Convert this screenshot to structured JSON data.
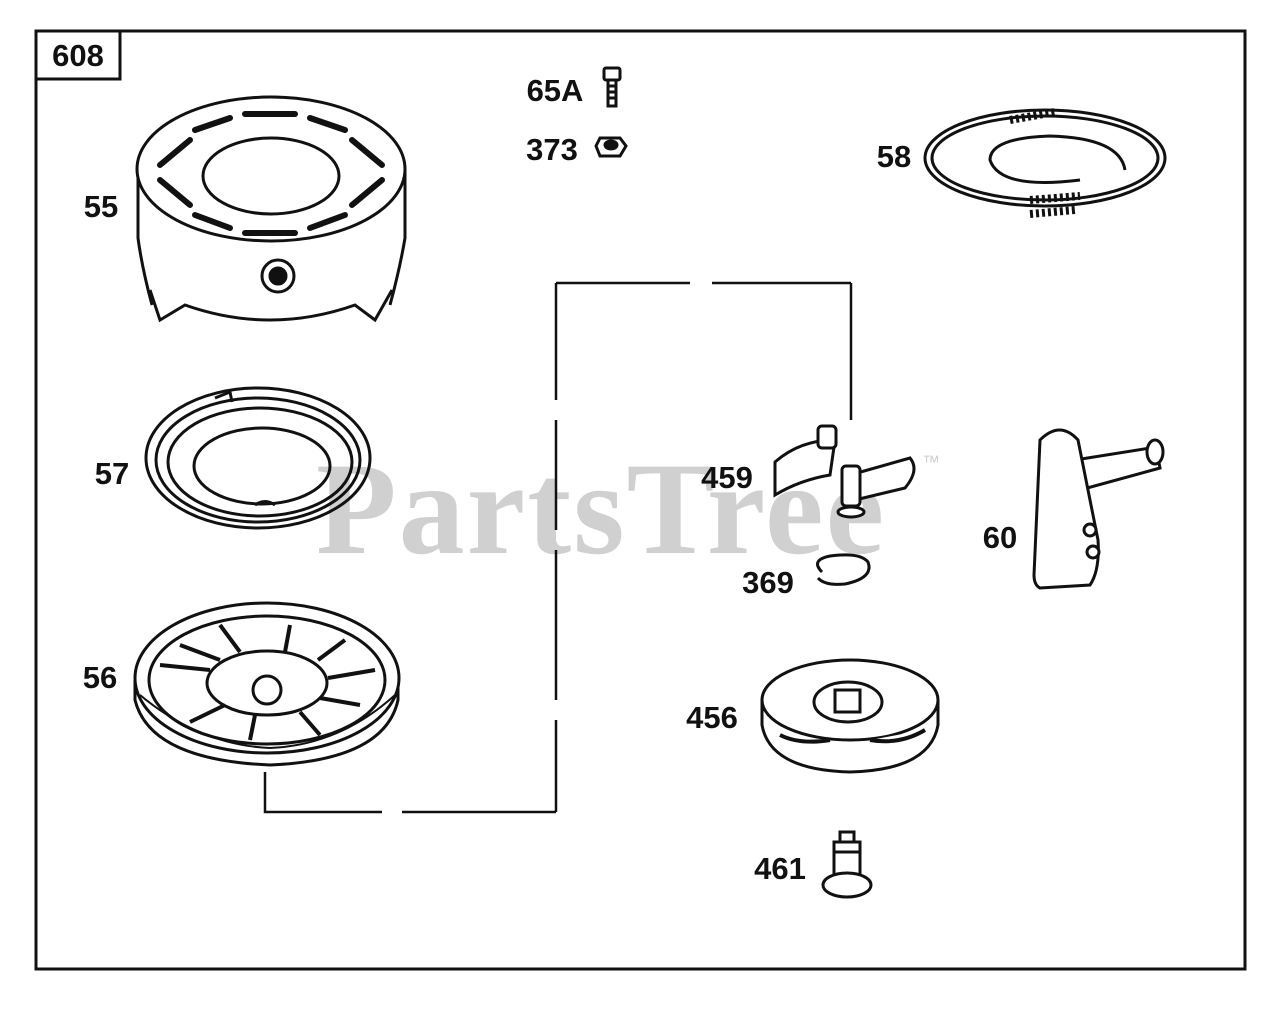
{
  "diagram": {
    "figure_number": "608",
    "watermark": "PartsTree",
    "watermark_mark": "™",
    "parts": [
      {
        "id": "55",
        "label": "55",
        "name": "starter-housing"
      },
      {
        "id": "57",
        "label": "57",
        "name": "rewind-spring"
      },
      {
        "id": "56",
        "label": "56",
        "name": "starter-pulley"
      },
      {
        "id": "65A",
        "label": "65A",
        "name": "screw"
      },
      {
        "id": "373",
        "label": "373",
        "name": "nut"
      },
      {
        "id": "58",
        "label": "58",
        "name": "starter-rope"
      },
      {
        "id": "459",
        "label": "459",
        "name": "pawl"
      },
      {
        "id": "369",
        "label": "369",
        "name": "retainer-ring"
      },
      {
        "id": "60",
        "label": "60",
        "name": "starter-handle"
      },
      {
        "id": "456",
        "label": "456",
        "name": "pawl-retainer"
      },
      {
        "id": "461",
        "label": "461",
        "name": "center-screw"
      }
    ]
  }
}
